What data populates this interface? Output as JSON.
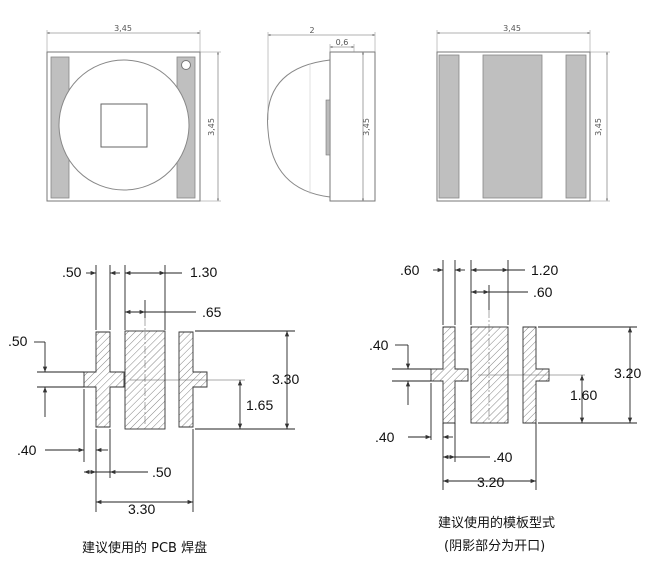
{
  "top_views": {
    "top_width": "3,45",
    "top_height": "3,45",
    "side_width": "2",
    "side_small": "0,6",
    "side_height": "3,45",
    "bottom_width": "3,45",
    "bottom_height": "3,45"
  },
  "pcb": {
    "dim_gap": ".50",
    "dim_top_span": "1.30",
    "dim_center": ".65",
    "dim_tab_height": ".50",
    "dim_height": "3.30",
    "dim_half_height": "1.65",
    "dim_left_tab": ".40",
    "dim_bottom_small": ".50",
    "dim_total_width": "3.30",
    "caption": "建议使用的 PCB 焊盘"
  },
  "stencil": {
    "dim_gap": ".60",
    "dim_top_span": "1.20",
    "dim_center": ".60",
    "dim_tab_height": ".40",
    "dim_height": "3.20",
    "dim_half_height": "1.60",
    "dim_left_tab": ".40",
    "dim_bottom_small": ".40",
    "dim_total_width": "3.20",
    "caption_line1": "建议使用的模板型式",
    "caption_line2": "(阴影部分为开口)"
  }
}
